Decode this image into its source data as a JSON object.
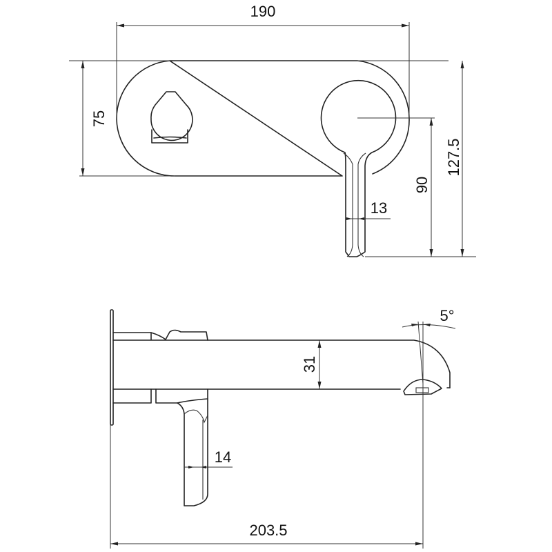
{
  "drawing": {
    "front_view": {
      "dimensions": {
        "plate_width": "190",
        "plate_height": "75",
        "spout_drop": "90",
        "total_height": "127.5",
        "spout_width": "13"
      }
    },
    "side_view": {
      "dimensions": {
        "spout_thickness": "31",
        "outlet_angle": "5°",
        "handle_thickness": "14",
        "total_projection": "203.5"
      }
    },
    "colors": {
      "line": "#222222",
      "background": "#ffffff"
    }
  }
}
